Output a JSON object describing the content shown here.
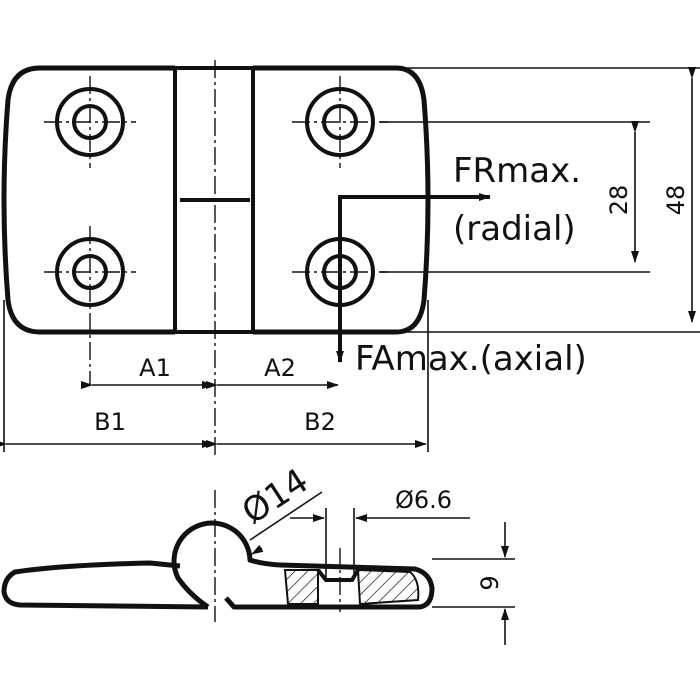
{
  "diagram": {
    "force_radial_label": "FRmax.",
    "force_radial_sub": "(radial)",
    "force_axial_label": "FAmax.(axial)",
    "dim_a1": "A1",
    "dim_a2": "A2",
    "dim_b1": "B1",
    "dim_b2": "B2",
    "dim_28": "28",
    "dim_48": "48",
    "dim_d14": "Ø14",
    "dim_d66": "Ø6.6",
    "dim_9": "9"
  }
}
